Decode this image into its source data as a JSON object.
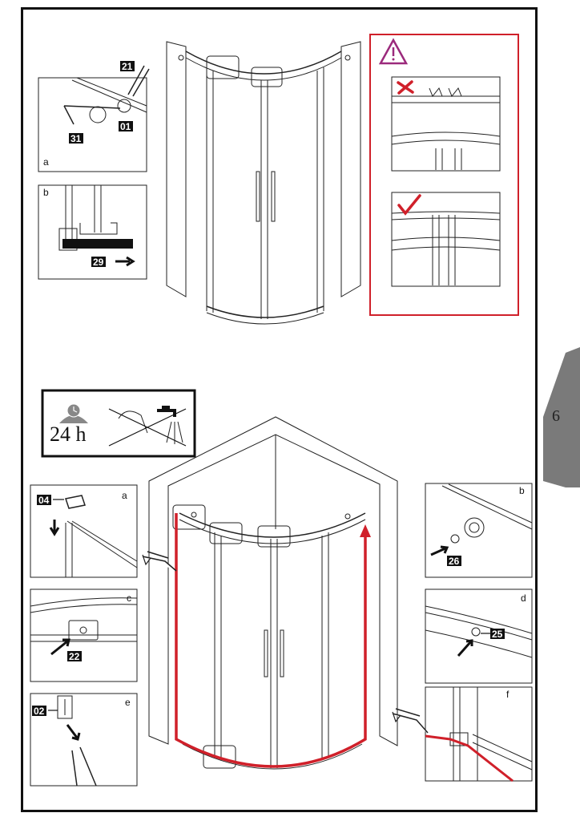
{
  "page": {
    "number": "6"
  },
  "top": {
    "panel_a": {
      "letter": "a",
      "tags": [
        "21",
        "01",
        "31"
      ]
    },
    "panel_b": {
      "letter": "b",
      "tags": [
        "29"
      ]
    }
  },
  "warning": {
    "icon": "warning-triangle-icon",
    "wrong_icon": "cross-icon",
    "right_icon": "check-icon"
  },
  "cure_notice": {
    "hours": "24 h",
    "clock_icon": "clock-icon",
    "no_water_icon": "no-shower-icon"
  },
  "bottom": {
    "panel_a": {
      "letter": "a",
      "tags": [
        "04"
      ]
    },
    "panel_b": {
      "letter": "b",
      "tags": [
        "26"
      ]
    },
    "panel_c": {
      "letter": "c",
      "tags": [
        "22"
      ]
    },
    "panel_d": {
      "letter": "d",
      "tags": [
        "25"
      ]
    },
    "panel_e": {
      "letter": "e",
      "tags": [
        "02"
      ]
    },
    "panel_f": {
      "letter": "f",
      "tags": []
    }
  },
  "colors": {
    "accent_red": "#d0202a",
    "warning_purple": "#9b2a7c",
    "tab_gray": "#7a7a7a"
  }
}
